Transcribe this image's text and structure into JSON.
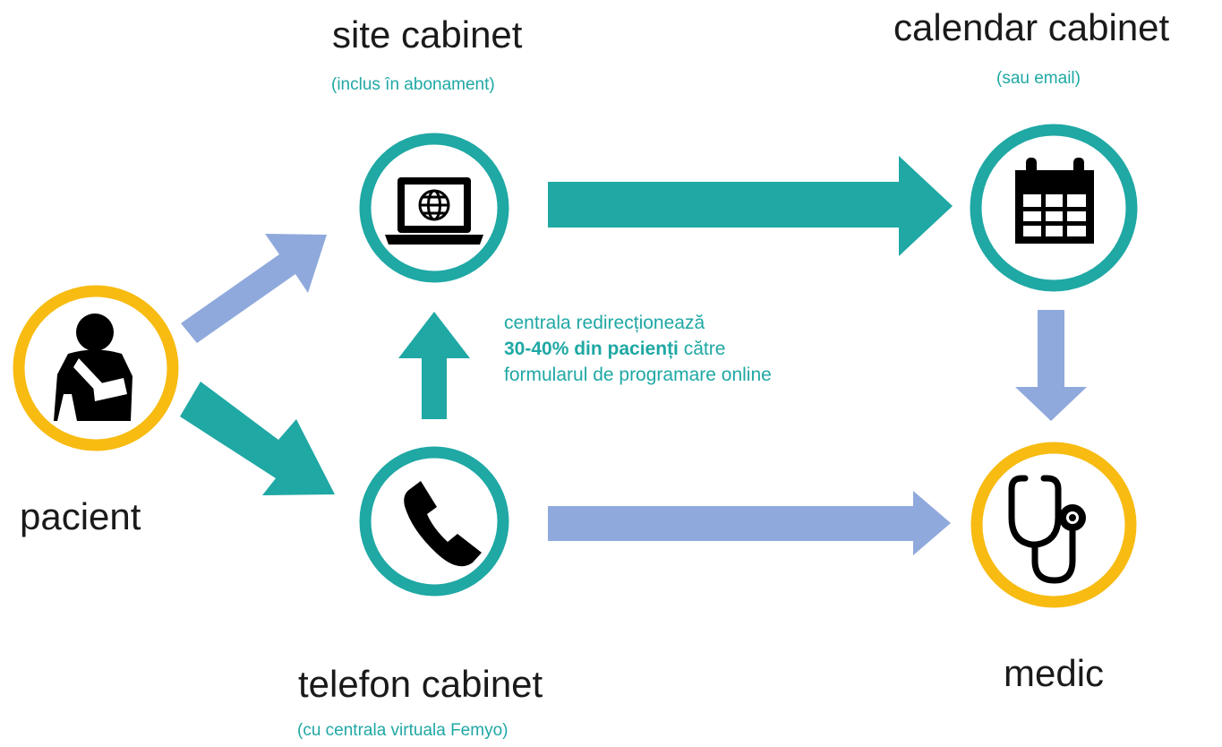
{
  "nodes": {
    "site": {
      "label": "site cabinet",
      "sublabel": "(inclus în abonament)"
    },
    "calendar": {
      "label": "calendar cabinet",
      "sublabel": "(sau email)"
    },
    "patient": {
      "label": "pacient"
    },
    "phone": {
      "label": "telefon cabinet",
      "sublabel": "(cu centrala virtuala Femyo)"
    },
    "doctor": {
      "label": "medic"
    }
  },
  "note": {
    "line1": "centrala redirecționează",
    "bold": "30-40% din pacienți",
    "rest": " către formularul de programare online"
  },
  "colors": {
    "teal": "#1fa8a4",
    "yellow": "#f7bb12",
    "lavender": "#8fa9dc",
    "icon": "#000000"
  }
}
